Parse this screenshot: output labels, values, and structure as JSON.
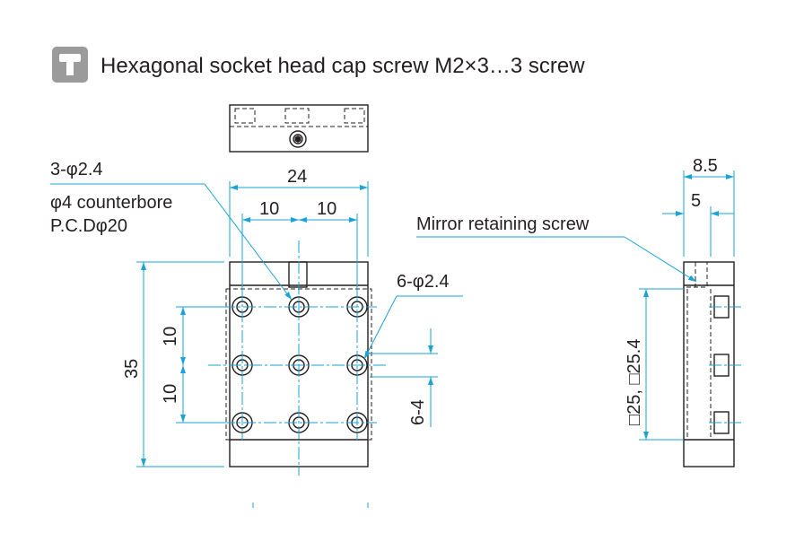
{
  "header": {
    "icon": "screw-head-icon",
    "text": "Hexagonal socket head cap screw M2×3…3 screw"
  },
  "dimensions": {
    "width_total": "24",
    "pitch_left": "10",
    "pitch_right": "10",
    "pitch_vertical_upper": "10",
    "pitch_vertical_lower": "10",
    "height_total": "35",
    "tap_depth": "6-4",
    "side_total": "8.5",
    "side_partial": "5",
    "mirror_size": "□25, □25.4"
  },
  "annotations": {
    "holes_label": "3-φ2.4",
    "counterbore": "φ4 counterbore",
    "pcd": "P.C.Dφ20",
    "tapped_holes": "6-φ2.4",
    "mirror_screw": "Mirror retaining screw"
  },
  "colors": {
    "dimension": "#1aa3d9",
    "outline": "#231f20",
    "icon_bg": "#9b9b9b"
  }
}
